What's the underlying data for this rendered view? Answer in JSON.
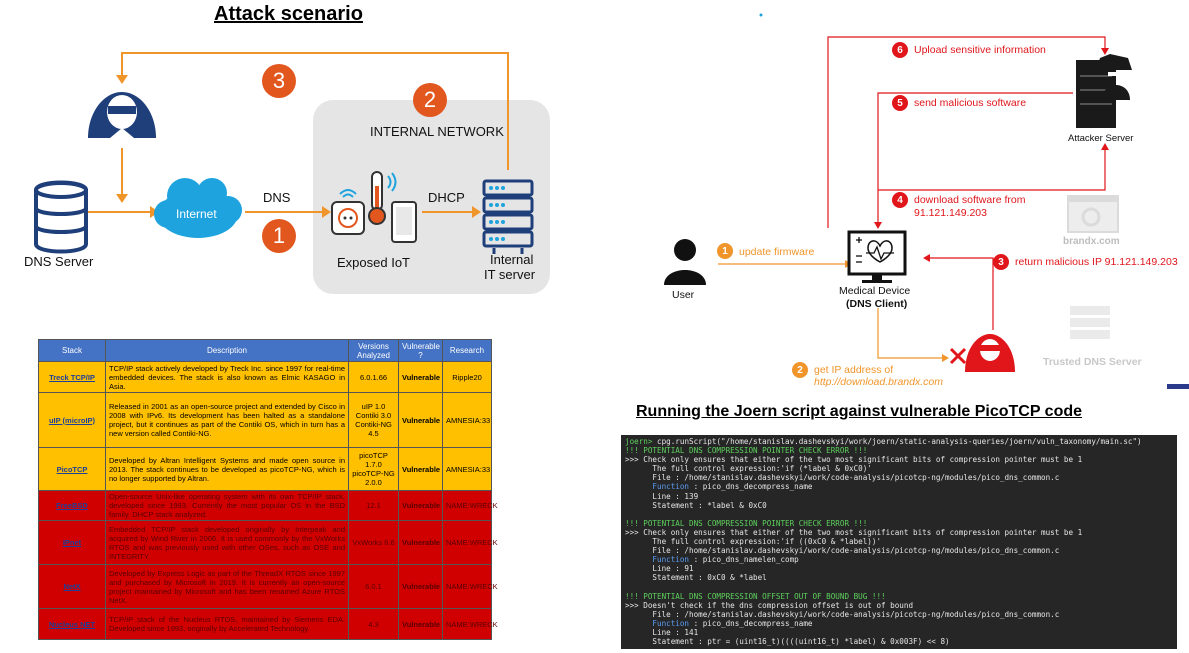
{
  "attack": {
    "title": "Attack scenario",
    "dns_server": "DNS Server",
    "internet": "Internet",
    "dns": "DNS",
    "dhcp": "DHCP",
    "internal_network": "INTERNAL NETWORK",
    "exposed_iot": "Exposed IoT",
    "internal_it_line1": "Internal",
    "internal_it_line2": "IT server",
    "step1": "1",
    "step2": "2",
    "step3": "3"
  },
  "flow": {
    "step1": "1",
    "step1_label": "update firmware",
    "step2": "2",
    "step2_line1": "get IP address of",
    "step2_line2": "http://download.brandx.com",
    "step3": "3",
    "step3_label": "return malicious IP 91.121.149.203",
    "step4": "4",
    "step4_line1": "download software from",
    "step4_line2": "91.121.149.203",
    "step5": "5",
    "step5_label": "send malicious software",
    "step6": "6",
    "step6_label": "Upload sensitive information",
    "user": "User",
    "medical_line1": "Medical Device",
    "medical_line2": "(DNS Client)",
    "attacker_server": "Attacker Server",
    "brandx": "brandx.com",
    "trusted_dns": "Trusted DNS Server"
  },
  "table": {
    "headers": [
      "Stack",
      "Description",
      "Versions Analyzed",
      "Vulnerable ?",
      "Research"
    ],
    "rows": [
      {
        "stack": "Treck TCP/IP",
        "desc": "TCP/IP stack actively developed by Treck Inc. since 1997 for real-time embedded devices. The stack is also known as Elmic KASAGO in Asia.",
        "versions": "6.0.1.66",
        "vuln": "Vulnerable",
        "research": "Ripple20"
      },
      {
        "stack": "uIP (microIP)",
        "desc": "Released in 2001 as an open-source project and extended by Cisco in 2008 with IPv6. Its development has been halted as a standalone project, but it continues as part of the Contiki OS, which in turn has a new version called Contiki-NG.",
        "versions": "uIP 1.0\nContiki 3.0\nContiki-NG 4.5",
        "vuln": "Vulnerable",
        "research": "AMNESIA:33"
      },
      {
        "stack": "PicoTCP",
        "desc": "Developed by Altran Intelligent Systems and made open source in 2013. The stack continues to be developed as picoTCP-NG, which is no longer supported by Altran.",
        "versions": "picoTCP 1.7.0\npicoTCP-NG 2.0.0",
        "vuln": "Vulnerable",
        "research": "AMNESIA:33"
      },
      {
        "stack": "FreeBSD",
        "desc": "Open-source Unix-like operating system with its own TCP/IP stack, developed since 1993. Currently the most popular OS in the BSD family. DHCP stack analyzed.",
        "versions": "12.1",
        "vuln": "Vulnerable",
        "research": "NAME:WRECK"
      },
      {
        "stack": "IPnet",
        "desc": "Embedded TCP/IP stack developed originally by Interpeak and acquired by Wind River in 2006. It is used commonly by the VxWorks RTOS and was previously used with other OSes, such as OSE and INTEGRITY.",
        "versions": "VxWorks 6.6",
        "vuln": "Vulnerable",
        "research": "NAME:WRECK"
      },
      {
        "stack": "NetX",
        "desc": "Developed by Express Logic as part of the ThreadX RTOS since 1997 and purchased by Microsoft in 2019. It is currently an open-source project maintained by Microsoft and has been renamed Azure RTOS NetX.",
        "versions": "6.0.1",
        "vuln": "Vulnerable",
        "research": "NAME:WRECK"
      },
      {
        "stack": "Nucleus NET",
        "desc": "TCP/IP stack of the Nucleus RTOS, maintained by Siemens EDA. Developed since 1993, originally by Accelerated Technology.",
        "versions": "4.3",
        "vuln": "Vulnerable",
        "research": "NAME:WRECK"
      }
    ]
  },
  "joern": {
    "title": "Running the Joern script against vulnerable PicoTCP code",
    "prompt": "joern>",
    "command": " cpg.runScript(\"/home/stanislav.dashevskyi/work/joern/static-analysis-queries/joern/vuln_taxonomy/main.sc\")",
    "findings": [
      {
        "header": "!!! POTENTIAL DNS COMPRESSION POINTER CHECK ERROR !!!",
        "desc": ">>> Check only ensures that either of the two most significant bits of compression pointer must be 1",
        "expr": "      The full control expression:'if (*label & 0xC0)'",
        "file": "      File : /home/stanislav.dashevskyi/work/code-analysis/picotcp-ng/modules/pico_dns_common.c",
        "func": "pico_dns_decompress_name",
        "line": "      Line : 139",
        "stmt": "      Statement : *label & 0xC0"
      },
      {
        "header": "!!! POTENTIAL DNS COMPRESSION POINTER CHECK ERROR !!!",
        "desc": ">>> Check only ensures that either of the two most significant bits of compression pointer must be 1",
        "expr": "      The full control expression:'if ((0xC0 & *label))'",
        "file": "      File : /home/stanislav.dashevskyi/work/code-analysis/picotcp-ng/modules/pico_dns_common.c",
        "func": "pico_dns_namelen_comp",
        "line": "      Line : 91",
        "stmt": "      Statement : 0xC0 & *label"
      },
      {
        "header": "!!! POTENTIAL DNS COMPRESSION OFFSET OUT OF BOUND BUG !!!",
        "desc": ">>> Doesn't check if the dns compression offset is out of bound",
        "expr": "",
        "file": "      File : /home/stanislav.dashevskyi/work/code-analysis/picotcp-ng/modules/pico_dns_common.c",
        "func": "pico_dns_decompress_name",
        "line": "      Line : 141",
        "stmt": "      Statement : ptr = (uint16_t)((((uint16_t) *label) & 0x003F) << 8)"
      }
    ],
    "function_label": "      Function",
    "function_sep": " : "
  },
  "colors": {
    "orange": "#f0952a",
    "step_orange": "#e2571e",
    "red": "#e0161b",
    "navy": "#1f3f7a",
    "cloud": "#1fa3de",
    "table_header": "#4472c4",
    "table_yellow": "#ffc000",
    "table_red": "#d00000"
  }
}
